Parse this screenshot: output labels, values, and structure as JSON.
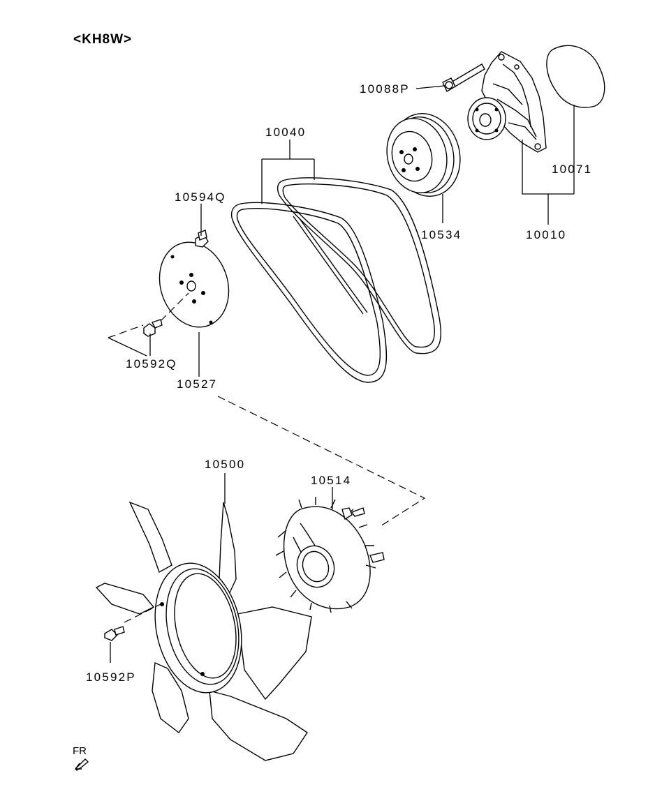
{
  "title": "<KH8W>",
  "direction_label": "FR",
  "parts": {
    "p10088P": "10088P",
    "p10040": "10040",
    "p10071": "10071",
    "p10594Q": "10594Q",
    "p10534": "10534",
    "p10010": "10010",
    "p10592Q": "10592Q",
    "p10527": "10527",
    "p10500": "10500",
    "p10514": "10514",
    "p10592P": "10592P"
  }
}
